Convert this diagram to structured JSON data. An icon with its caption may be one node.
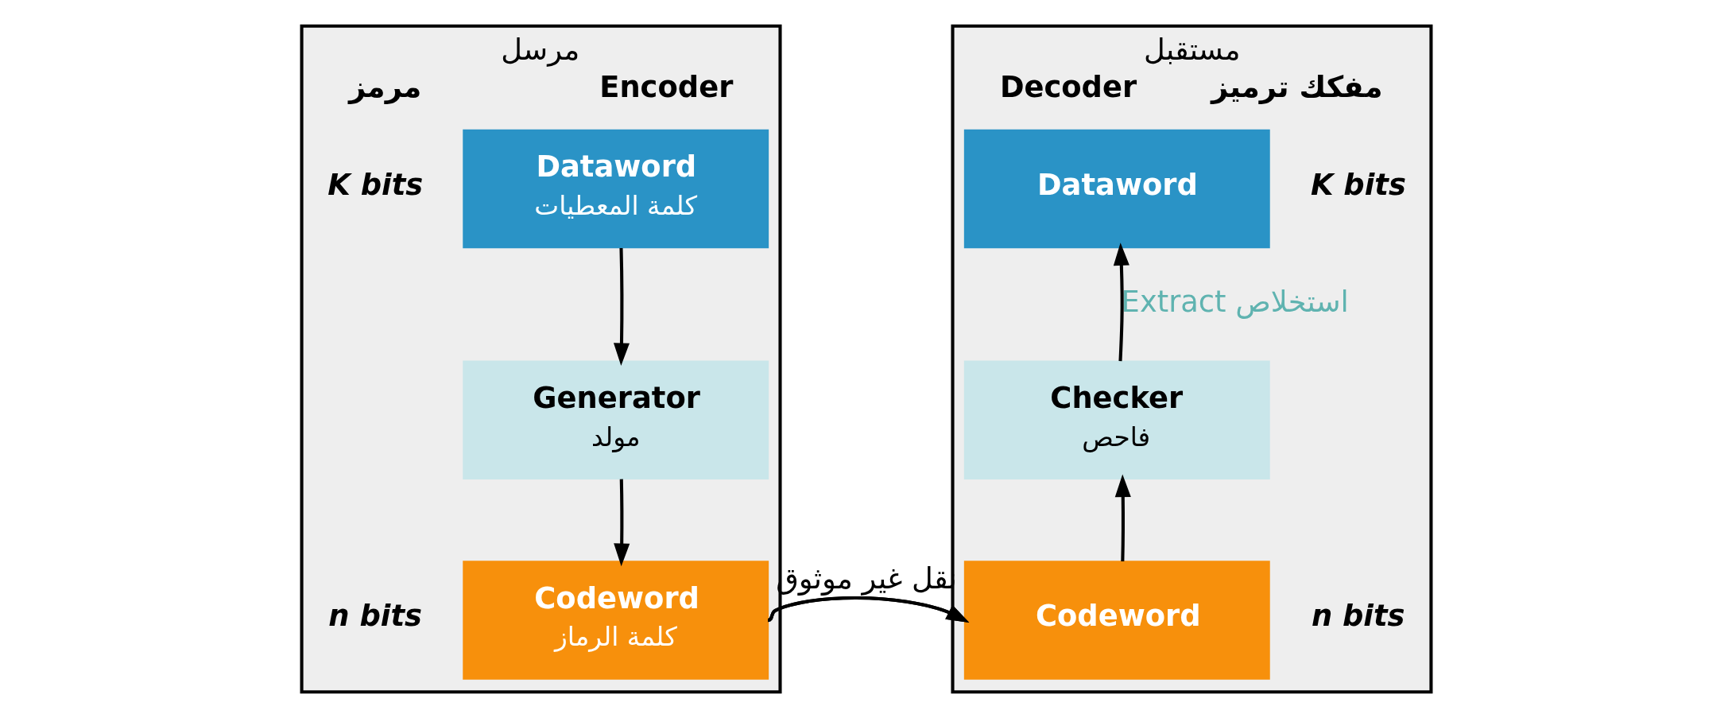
{
  "diagram": {
    "nodes": [
      {
        "text": [
          "مرسل",
          "Encoder",
          "مرمز"
        ]
      },
      {
        "text": [
          "Dataword",
          "كلمة المعطيات"
        ],
        "in": 0,
        "beside": [
          "K bits"
        ]
      },
      {
        "text": [
          "Generator",
          "مولد"
        ],
        "in": 0
      },
      {
        "text": [
          "Codeword",
          "كلمة الرماز"
        ],
        "in": 0,
        "beside": [
          "n bits"
        ]
      },
      {
        "text": [
          "مستقبل",
          "مفكك ترميز",
          "Decoder"
        ]
      },
      {
        "text": [
          "Dataword"
        ],
        "in": 4,
        "beside": [
          "K bits"
        ]
      },
      {
        "text": [
          "Checker",
          "فاحص"
        ],
        "in": 4
      },
      {
        "text": [
          "Codeword"
        ],
        "in": 4,
        "beside": [
          "n bits"
        ]
      }
    ],
    "edges": [
      {
        "from": 1,
        "to": 2,
        "arrow": "to"
      },
      {
        "from": 2,
        "to": 3,
        "arrow": "to"
      },
      {
        "from": 3,
        "to": 7,
        "arrow": "to",
        "label": "نقل غير موثوق"
      },
      {
        "from": 7,
        "to": 6,
        "arrow": "to"
      },
      {
        "from": 6,
        "to": 5,
        "arrow": "to",
        "label": "Extract استخلاص"
      }
    ]
  }
}
